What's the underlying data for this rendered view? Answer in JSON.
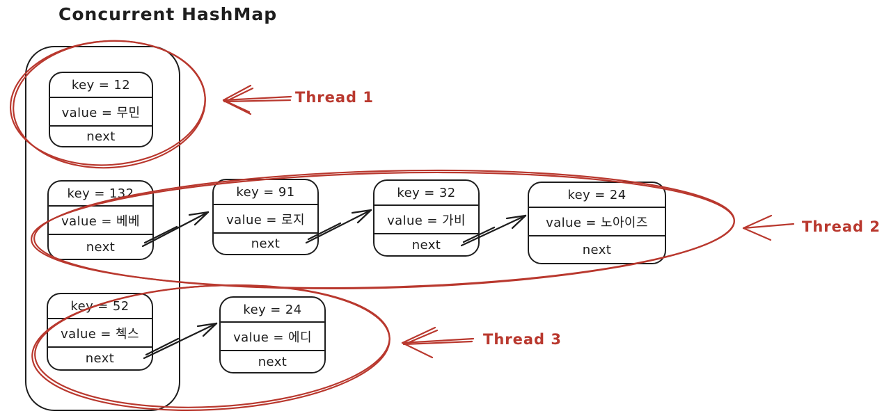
{
  "title": "Concurrent HashMap",
  "colors": {
    "ink": "#1e1e1e",
    "accent_red": "#b9382e",
    "background": "#ffffff"
  },
  "nodes": [
    {
      "key": "12",
      "value": "무민",
      "key_text": "key = 12",
      "value_text": "value = 무민",
      "next_text": "next",
      "bucket": 0,
      "chain_index": 0
    },
    {
      "key": "132",
      "value": "베베",
      "key_text": "key = 132",
      "value_text": "value = 베베",
      "next_text": "next",
      "bucket": 1,
      "chain_index": 0
    },
    {
      "key": "91",
      "value": "로지",
      "key_text": "key = 91",
      "value_text": "value = 로지",
      "next_text": "next",
      "bucket": 1,
      "chain_index": 1
    },
    {
      "key": "32",
      "value": "가비",
      "key_text": "key = 32",
      "value_text": "value = 가비",
      "next_text": "next",
      "bucket": 1,
      "chain_index": 2
    },
    {
      "key": "24",
      "value": "노아이즈",
      "key_text": "key = 24",
      "value_text": "value = 노아이즈",
      "next_text": "next",
      "bucket": 1,
      "chain_index": 3
    },
    {
      "key": "52",
      "value": "첵스",
      "key_text": "key = 52",
      "value_text": "value = 첵스",
      "next_text": "next",
      "bucket": 2,
      "chain_index": 0
    },
    {
      "key": "24",
      "value": "에디",
      "key_text": "key = 24",
      "value_text": "value = 에디",
      "next_text": "next",
      "bucket": 2,
      "chain_index": 1
    }
  ],
  "links": [
    {
      "from_key": "132",
      "to_key": "91"
    },
    {
      "from_key": "91",
      "to_key": "32"
    },
    {
      "from_key": "32",
      "to_key": "24"
    },
    {
      "from_key": "52",
      "to_key": "24"
    }
  ],
  "threads": [
    {
      "label": "Thread 1",
      "scope": "bucket 0 chain: 12"
    },
    {
      "label": "Thread 2",
      "scope": "bucket 1 chain: 132 → 91 → 32 → 24"
    },
    {
      "label": "Thread 3",
      "scope": "bucket 2 chain: 52 → 24"
    }
  ]
}
